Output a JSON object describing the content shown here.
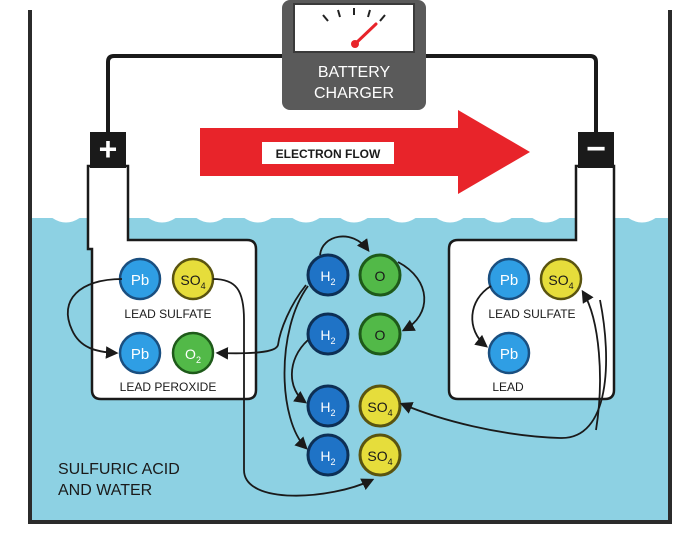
{
  "colors": {
    "water": "#8dd1e3",
    "water_line": "#ffffff",
    "tank_wall": "#2b2b2b",
    "charger_body": "#5a5a5a",
    "arrow_red": "#e8242a",
    "lead_blue": "#2f9ee4",
    "sulfate_yellow": "#e6dd3b",
    "oxygen_green": "#52b948",
    "hydrogen_blue": "#1f73c6",
    "plate_white": "#ffffff"
  },
  "charger": {
    "line1": "BATTERY",
    "line2": "CHARGER",
    "gauge_icon": "meter-gauge-icon"
  },
  "terminals": {
    "positive": "+",
    "negative": "−"
  },
  "electron_flow": {
    "label": "ELECTRON FLOW"
  },
  "left_plate": {
    "top_molecule": {
      "left": "Pb",
      "right_base": "SO",
      "right_sub": "4"
    },
    "top_label": "LEAD SULFATE",
    "bottom_molecule": {
      "left": "Pb",
      "right_base": "O",
      "right_sub": "2"
    },
    "bottom_label": "LEAD PEROXIDE"
  },
  "right_plate": {
    "top_molecule": {
      "left": "Pb",
      "right_base": "SO",
      "right_sub": "4"
    },
    "top_label": "LEAD SULFATE",
    "bottom_molecule": {
      "left": "Pb"
    },
    "bottom_label": "LEAD"
  },
  "electrolyte": {
    "line1": "SULFURIC ACID",
    "line2": "AND WATER",
    "rows": [
      {
        "left_base": "H",
        "left_sub": "2",
        "right_base": "O",
        "right_sub": "",
        "right_kind": "oxygen"
      },
      {
        "left_base": "H",
        "left_sub": "2",
        "right_base": "O",
        "right_sub": "",
        "right_kind": "oxygen"
      },
      {
        "left_base": "H",
        "left_sub": "2",
        "right_base": "SO",
        "right_sub": "4",
        "right_kind": "sulfate"
      },
      {
        "left_base": "H",
        "left_sub": "2",
        "right_base": "SO",
        "right_sub": "4",
        "right_kind": "sulfate"
      }
    ]
  }
}
